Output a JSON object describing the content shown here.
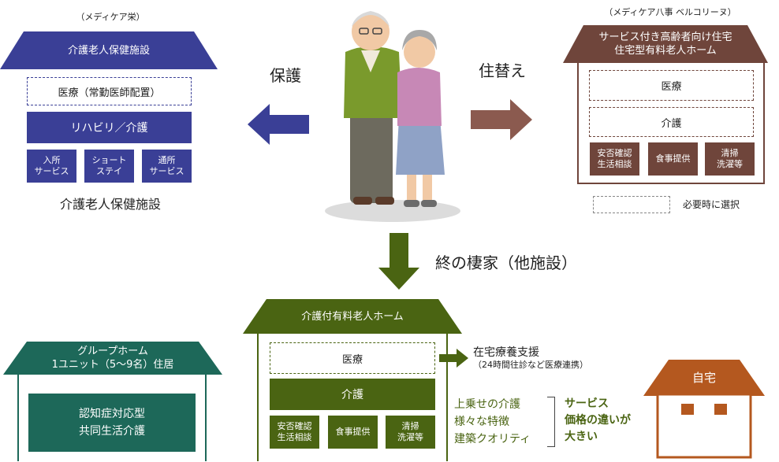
{
  "colors": {
    "navy": "#3a3f96",
    "brown": "#6f453b",
    "brown_arrow": "#8b5a4f",
    "olive": "#4a6412",
    "teal": "#1d6859",
    "orange": "#b4581f",
    "dash_gray": "#888888"
  },
  "left": {
    "caption_top": "（メディケア栄）",
    "roof_title": "介護老人保健施設",
    "medical": "医療（常勤医師配置）",
    "rehab": "リハビリ／介護",
    "services": [
      "入所\nサービス",
      "ショート\nステイ",
      "通所\nサービス"
    ],
    "caption_bottom": "介護老人保健施設"
  },
  "arrows": {
    "protect": "保護",
    "move": "住替え",
    "final": "終の棲家（他施設）"
  },
  "right": {
    "caption_top": "（メディケア八事 ベルコリーヌ）",
    "roof_title_1": "サービス付き高齢者向け住宅",
    "roof_title_2": "住宅型有料老人ホーム",
    "medical": "医療",
    "care": "介護",
    "services": [
      "安否確認\n生活相談",
      "食事提供",
      "清掃\n洗濯等"
    ],
    "legend": "必要時に選択"
  },
  "center_bottom": {
    "roof_title": "介護付有料老人ホーム",
    "medical": "医療",
    "care": "介護",
    "services": [
      "安否確認\n生活相談",
      "食事提供",
      "清掃\n洗濯等"
    ],
    "home_care": "在宅療養支援",
    "home_care_sub": "（24時間往診など医療連携）",
    "features": [
      "上乗せの介護",
      "様々な特徴",
      "建築クオリティ"
    ],
    "note": "サービス\n価格の違いが\n大きい"
  },
  "group_home": {
    "roof_title_1": "グループホーム",
    "roof_title_2": "1ユニット（5～9名）住居",
    "content": "認知症対応型\n共同生活介護"
  },
  "home": {
    "label": "自宅"
  }
}
